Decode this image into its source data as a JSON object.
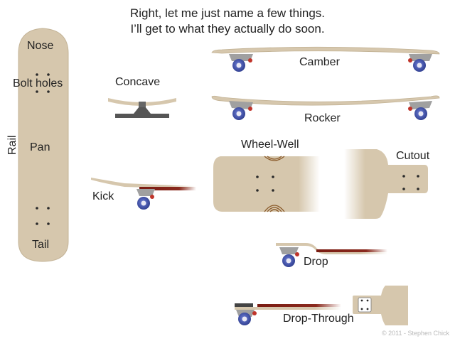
{
  "title": {
    "line1": "Right, let me just name a few things.",
    "line2": "I’ll get to what they actually do soon."
  },
  "labels": {
    "nose": "Nose",
    "bolt_holes": "Bolt holes",
    "rail": "Rail",
    "pan": "Pan",
    "tail": "Tail",
    "concave": "Concave",
    "camber": "Camber",
    "rocker": "Rocker",
    "wheel_well": "Wheel-Well",
    "cutout": "Cutout",
    "kick": "Kick",
    "drop": "Drop",
    "drop_through": "Drop-Through"
  },
  "credit": "© 2011 - Stephen Chick",
  "colors": {
    "deck": "#d6c7ad",
    "deck_edge": "#b8a98e",
    "grip_red": "#7a1c12",
    "wheel": "#3e4fa8",
    "truck": "#8c8c8c",
    "hole": "#2a2a2a"
  }
}
